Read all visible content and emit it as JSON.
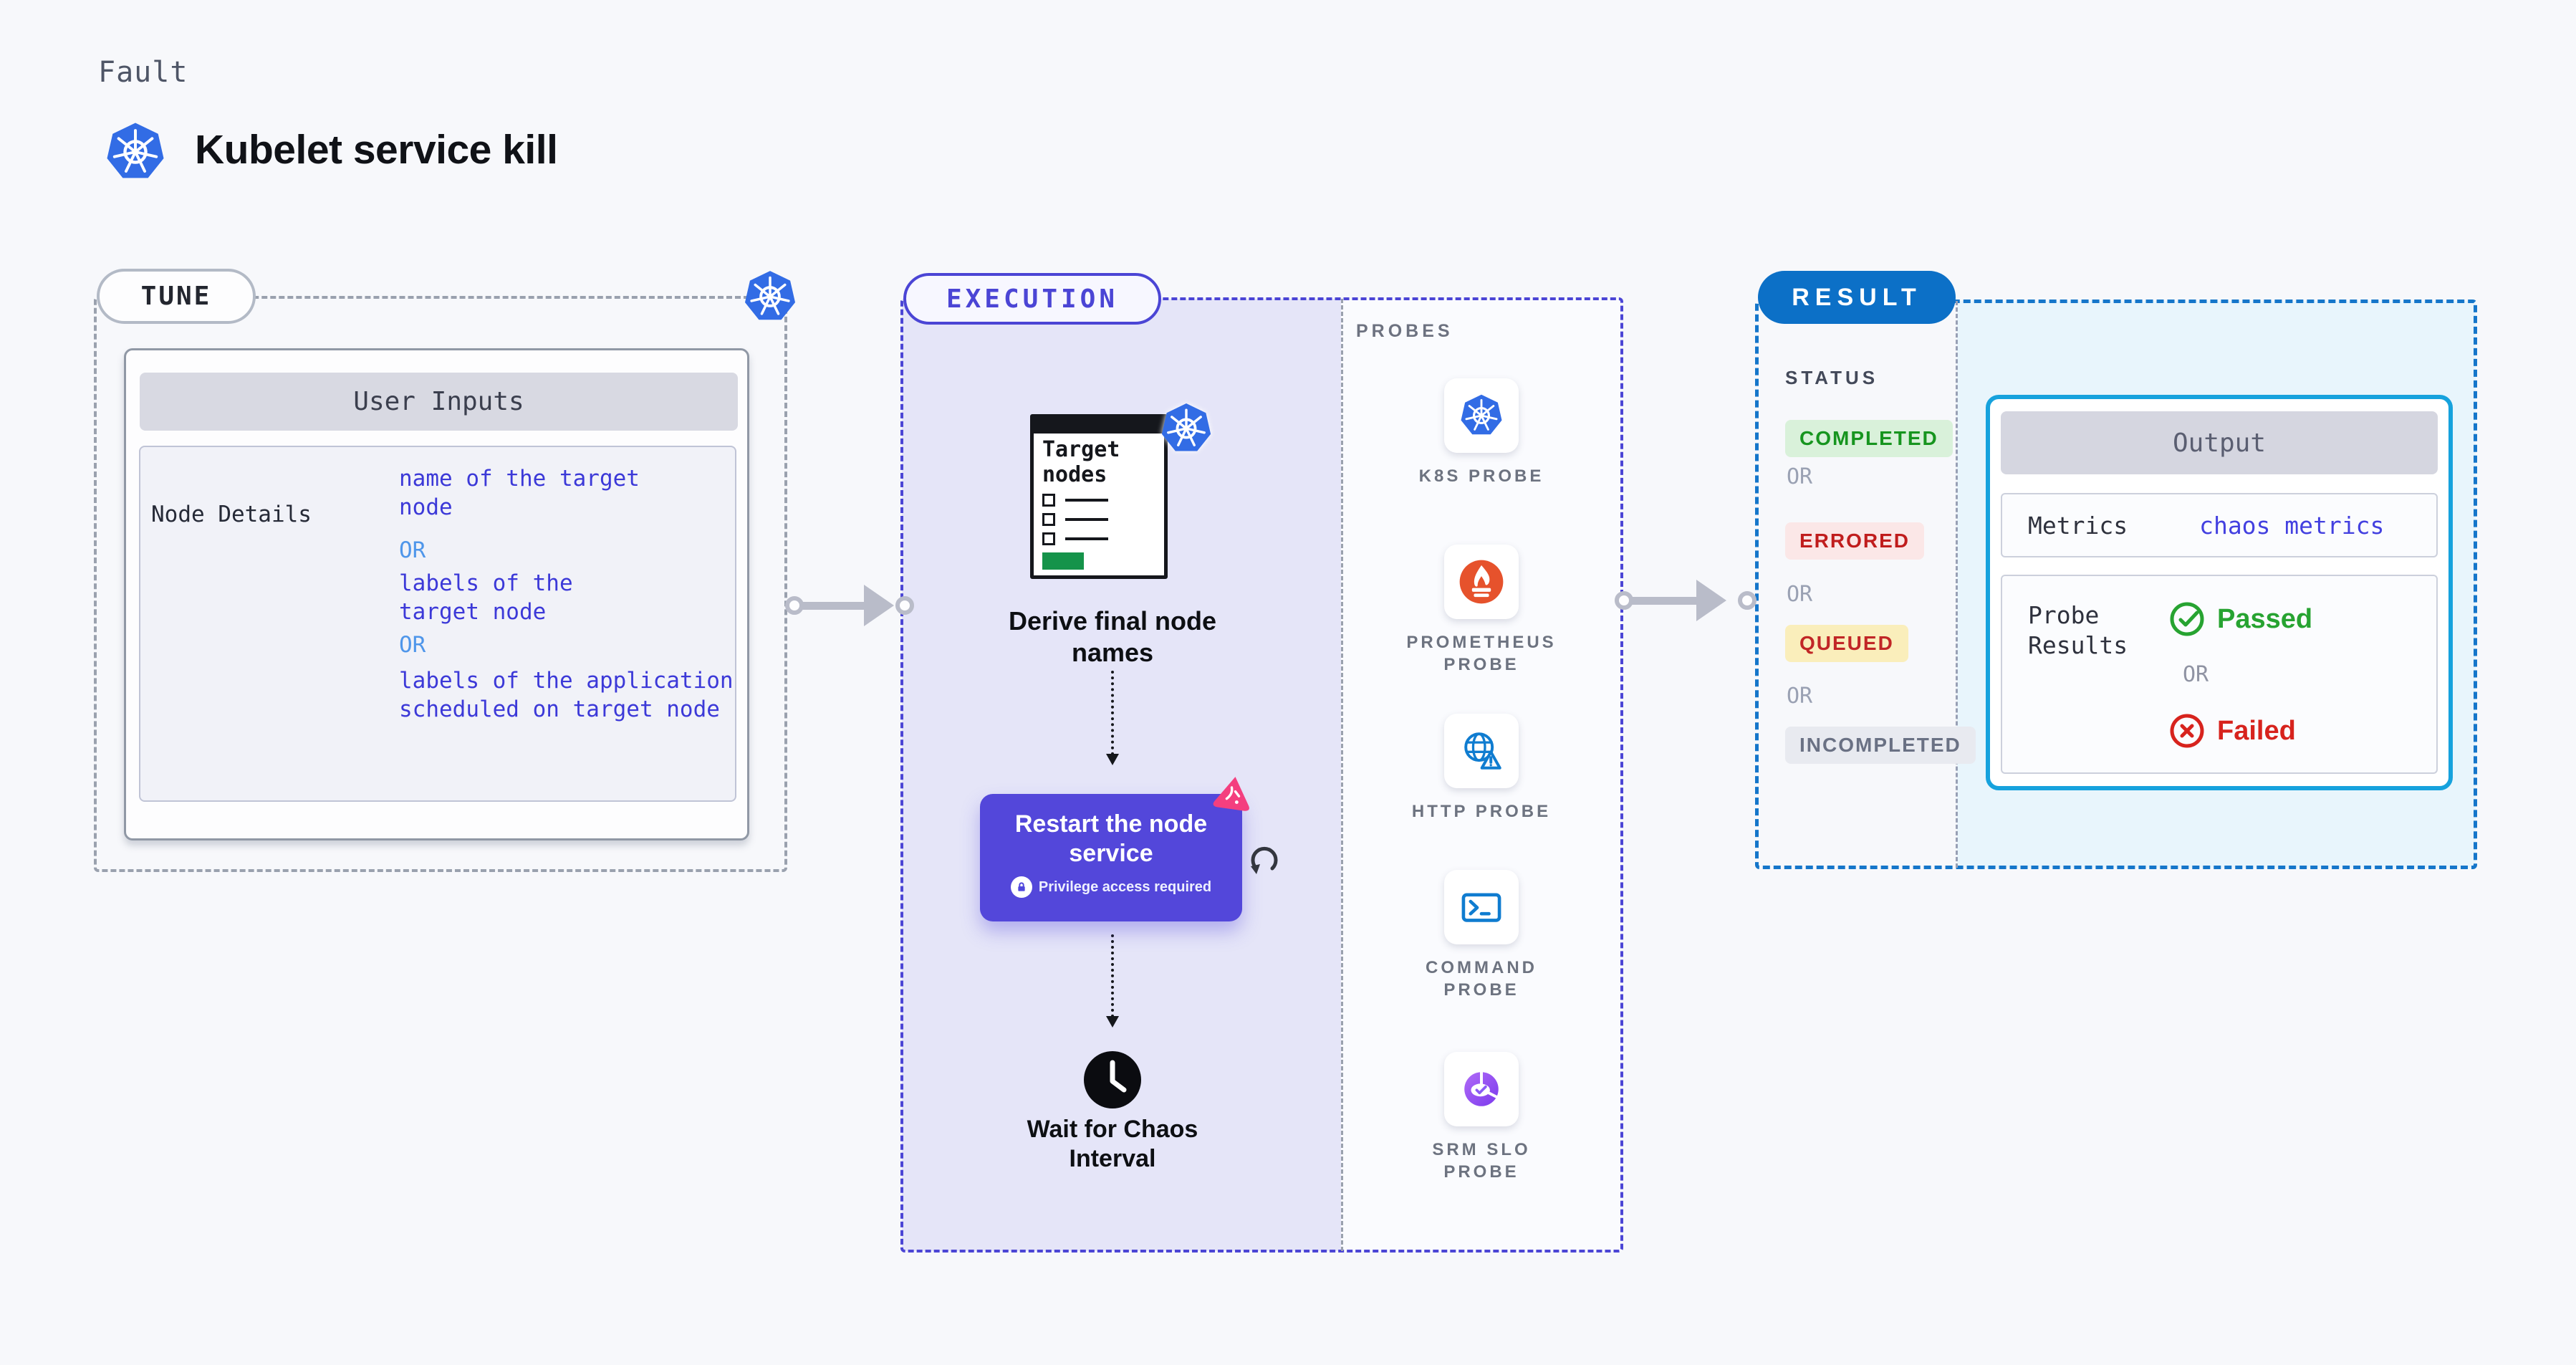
{
  "header": {
    "eyebrow": "Fault",
    "title": "Kubelet service kill"
  },
  "tune": {
    "label": "TUNE",
    "card_title": "User Inputs",
    "row_label": "Node Details",
    "values": [
      {
        "text": "name of the target\nnode",
        "kind": "value"
      },
      {
        "text": "OR",
        "kind": "or"
      },
      {
        "text": "labels of the\ntarget node",
        "kind": "value"
      },
      {
        "text": "OR",
        "kind": "or"
      },
      {
        "text": "labels of the application\nscheduled on target node",
        "kind": "value"
      }
    ]
  },
  "execution": {
    "label": "EXECUTION",
    "probes_title": "PROBES",
    "target_doc_title": "Target\nnodes",
    "derive_label": "Derive final node\nnames",
    "restart": {
      "title": "Restart the node\nservice",
      "privilege": "Privilege access required"
    },
    "wait_label": "Wait for Chaos\nInterval",
    "probes": [
      {
        "label": "K8S PROBE",
        "icon": "kubernetes-icon"
      },
      {
        "label": "PROMETHEUS\nPROBE",
        "icon": "prometheus-icon"
      },
      {
        "label": "HTTP PROBE",
        "icon": "http-globe-icon"
      },
      {
        "label": "COMMAND\nPROBE",
        "icon": "terminal-icon"
      },
      {
        "label": "SRM SLO\nPROBE",
        "icon": "slo-pie-icon"
      }
    ]
  },
  "result": {
    "label": "RESULT",
    "status_title": "STATUS",
    "or": "OR",
    "statuses": [
      {
        "text": "COMPLETED",
        "bg": "#d9f1da",
        "color": "#17951f"
      },
      {
        "text": "ERRORED",
        "bg": "#fbe7e7",
        "color": "#c01d1d"
      },
      {
        "text": "QUEUED",
        "bg": "#faeebb",
        "color": "#c12626"
      },
      {
        "text": "INCOMPLETED",
        "bg": "#e8eaf0",
        "color": "#6a7184"
      }
    ],
    "output": {
      "title": "Output",
      "metrics_label": "Metrics",
      "metrics_value": "chaos metrics",
      "probe_results_label": "Probe\nResults",
      "passed": "Passed",
      "or": "OR",
      "failed": "Failed"
    }
  },
  "colors": {
    "page_bg": "#f7f8fb",
    "execution_accent": "#4b45d5",
    "execution_fill": "#e5e5f8",
    "result_accent": "#1576ca",
    "result_fill": "#e8f5fc",
    "output_border": "#16a2dd",
    "restart_card": "#5347da",
    "kubernetes_blue": "#326ce5",
    "prometheus_orange": "#e6522c",
    "probe_blue": "#0f7cd0",
    "slo_purple": "#7c3aed",
    "chaos_pink": "#f43f7f",
    "passed_green": "#27a331",
    "failed_red": "#d7231d",
    "arrow_gray": "#b9bcc9",
    "target_green": "#15934a"
  }
}
